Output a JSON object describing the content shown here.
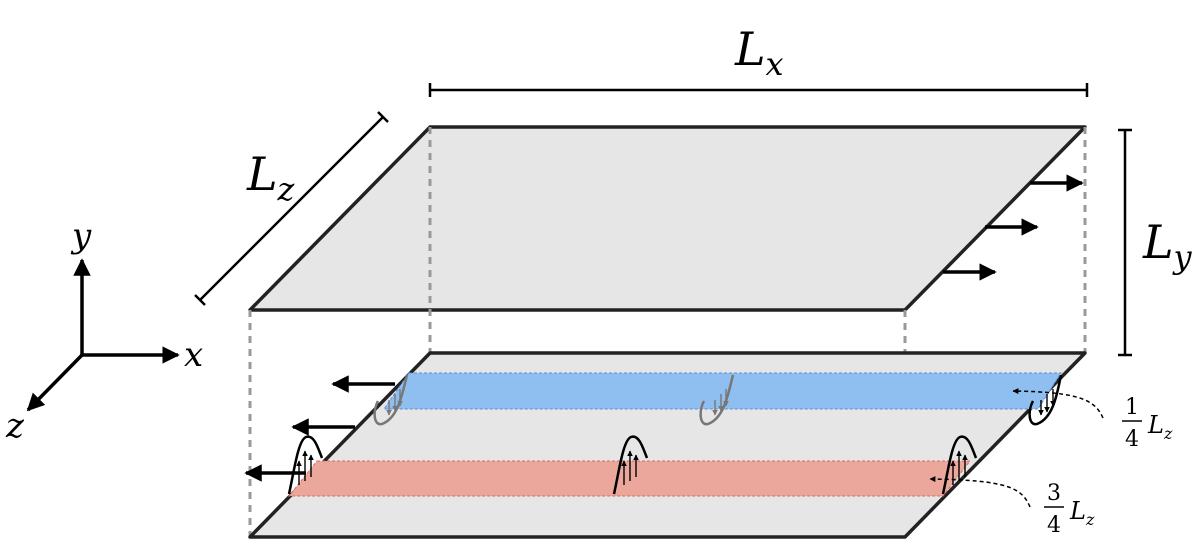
{
  "labels": {
    "lx_main": "L",
    "lx_sub": "x",
    "ly_main": "L",
    "ly_sub": "y",
    "lz_main": "L",
    "lz_sub": "z",
    "axis_x": "x",
    "axis_y": "y",
    "axis_z": "z",
    "quarter_num": "1",
    "quarter_den": "4",
    "quarter_L": "L",
    "quarter_sub": "z",
    "three_quarter_num": "3",
    "three_quarter_den": "4",
    "three_quarter_L": "L",
    "three_quarter_sub": "z"
  },
  "colors": {
    "plate_fill": "#e6e6e6",
    "plate_stroke": "#222222",
    "blue_band": "#8fbef0",
    "red_band": "#eba79c",
    "dashed_guides": "#999999"
  }
}
